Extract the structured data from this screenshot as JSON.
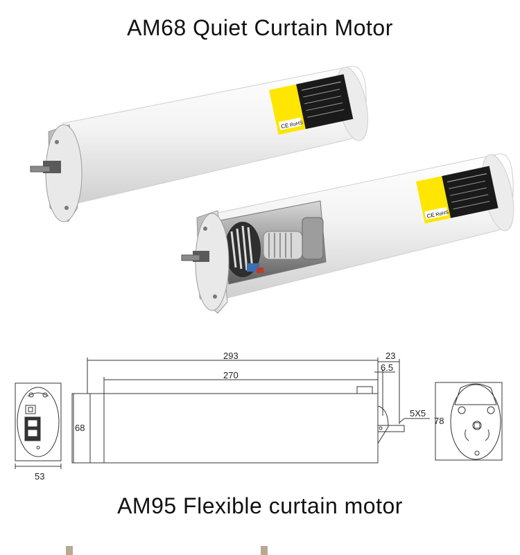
{
  "titles": {
    "am68": "AM68 Quiet Curtain Motor",
    "am95": "AM95 Flexible curtain motor"
  },
  "label": {
    "ce": "CE",
    "rohs": "RoHS"
  },
  "dimensions": {
    "total_length": "293",
    "body_length": "270",
    "end_offset": "23",
    "shaft_offset": "6.5",
    "shaft_size": "5X5",
    "body_diameter": "68",
    "side_width": "53",
    "end_height": "78"
  },
  "colors": {
    "label_yellow": "#ffe600",
    "label_black": "#1a1a1a",
    "body_white": "#f4f4f4",
    "line": "#333333"
  }
}
